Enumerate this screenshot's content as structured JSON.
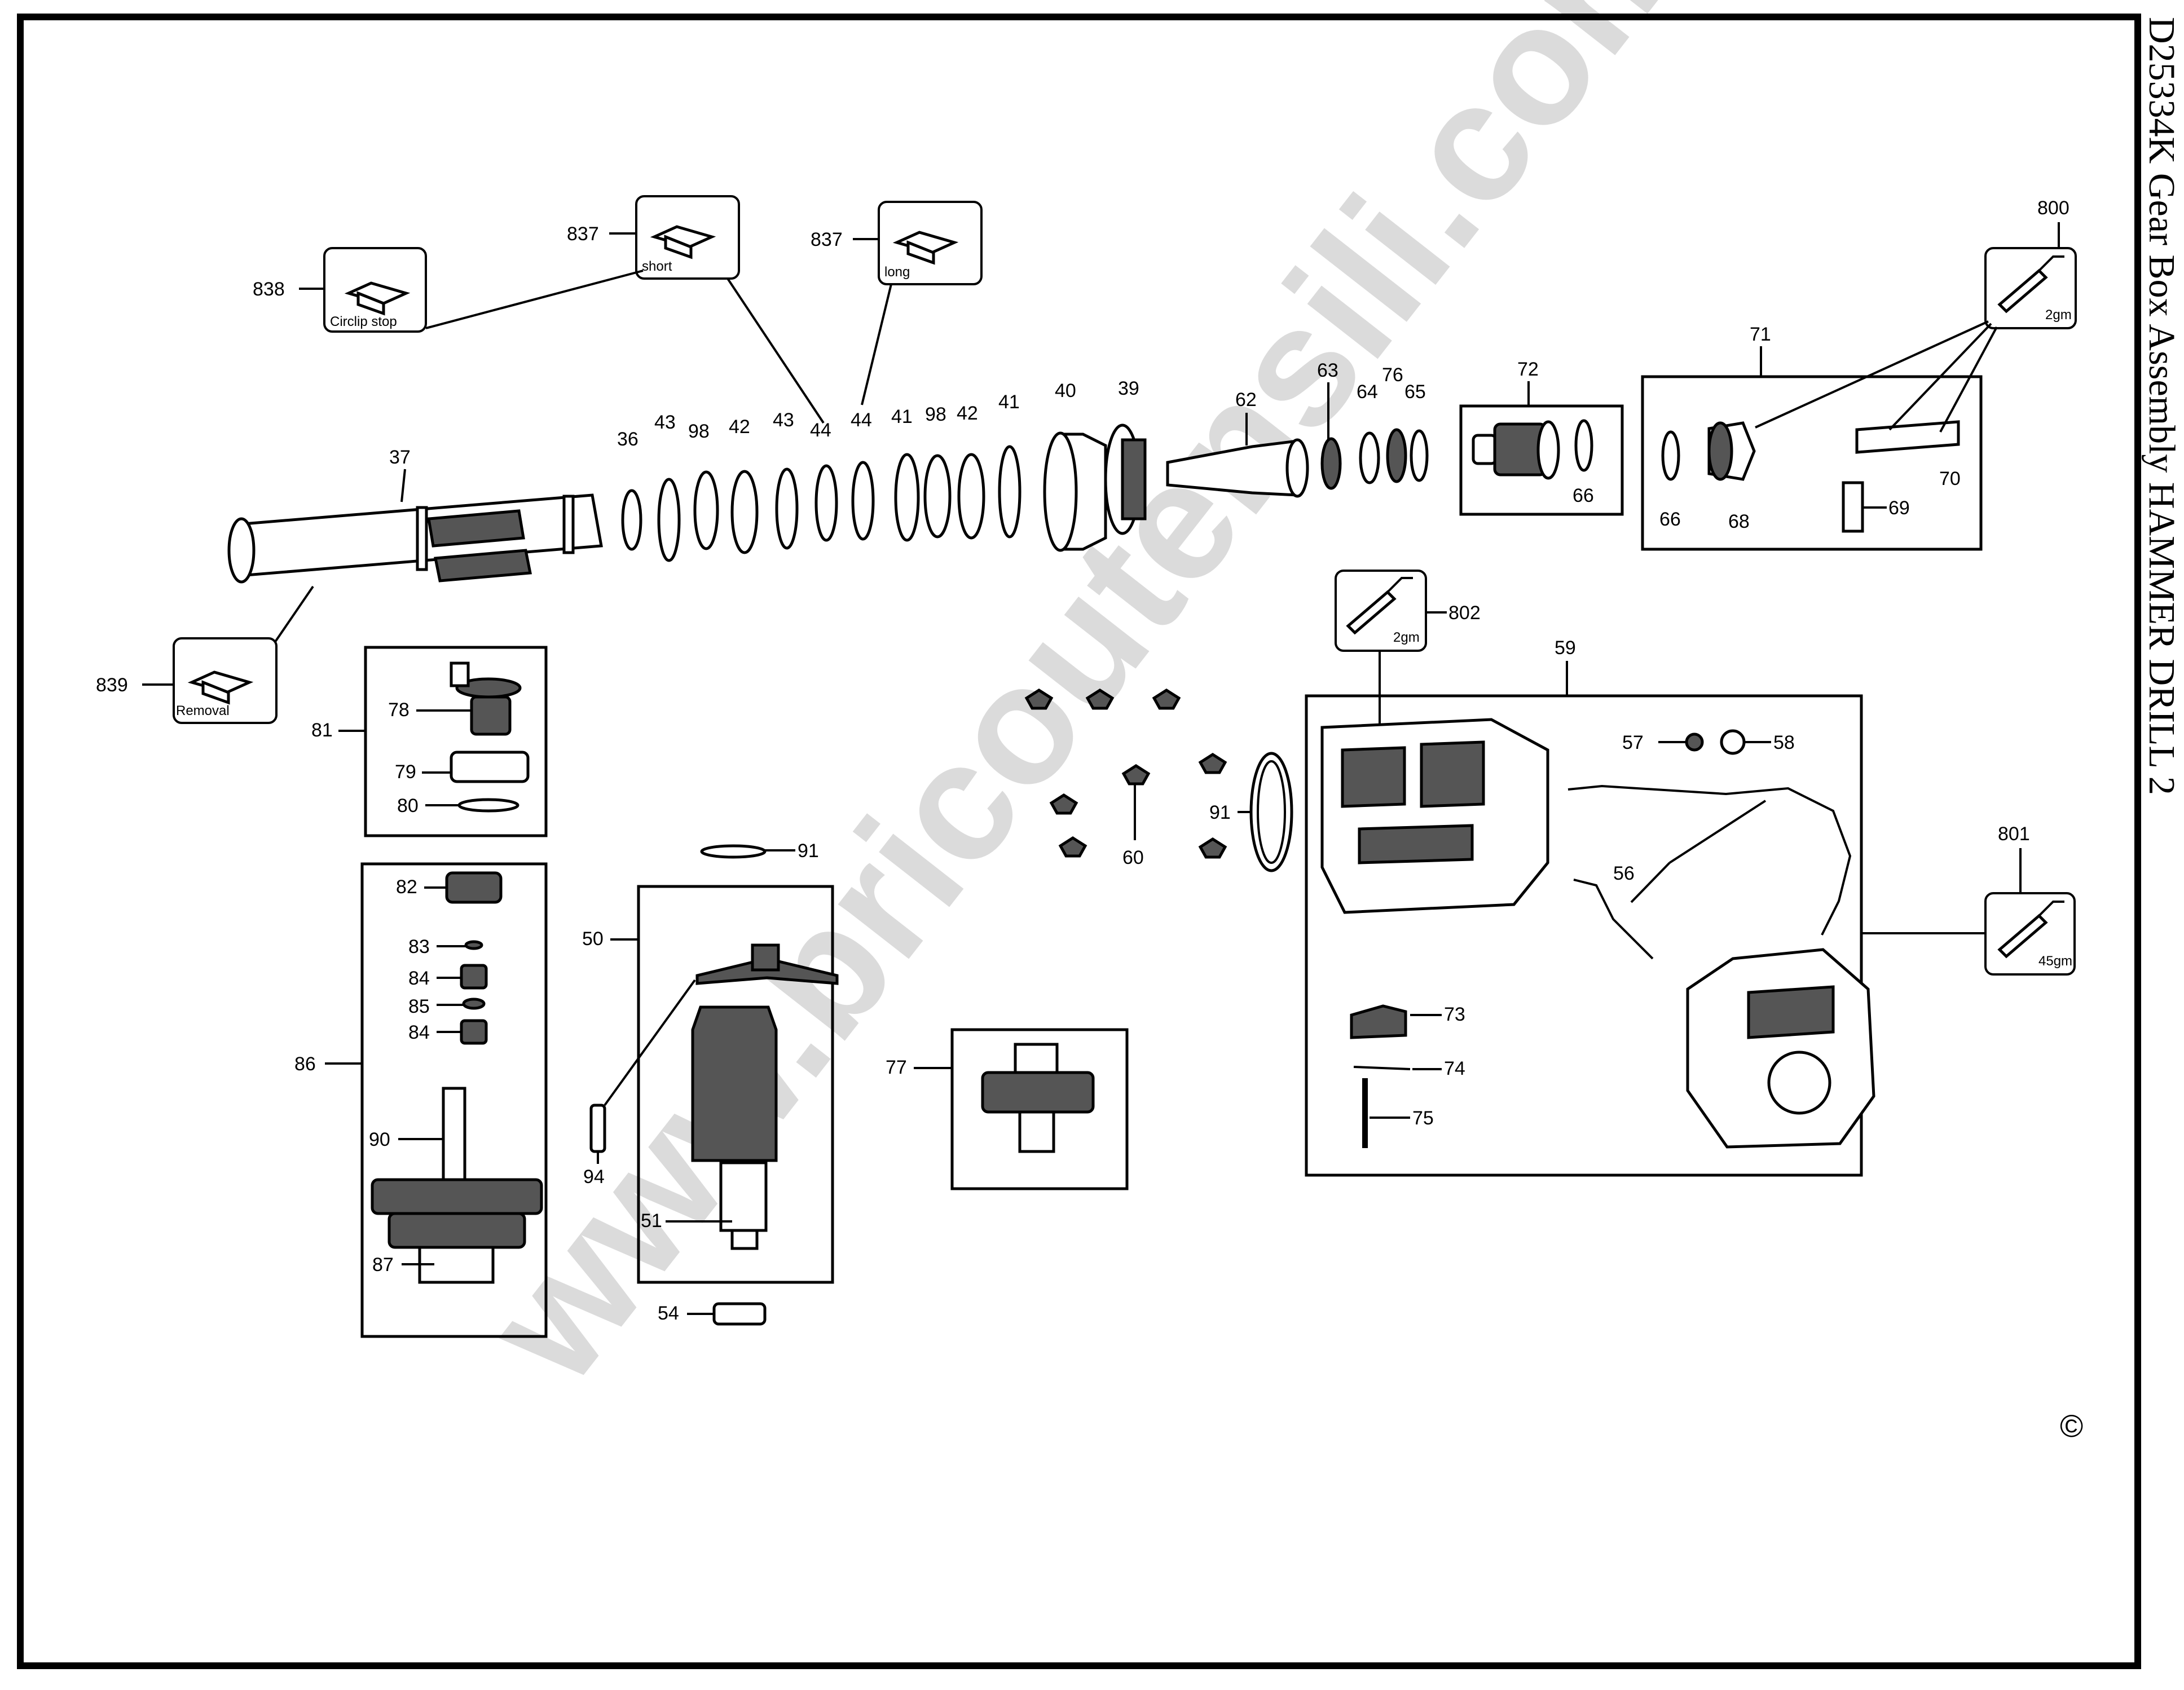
{
  "title": "D25334K  Gear Box Assembly  HAMMER DRILL 2",
  "watermark": "www.bricoutensili.com",
  "copyright": "©",
  "tool_cards": {
    "c838": {
      "ref": "838",
      "caption": "Circlip stop"
    },
    "c837a": {
      "ref": "837",
      "caption": "short"
    },
    "c837b": {
      "ref": "837",
      "caption": "long"
    },
    "c839": {
      "ref": "839",
      "caption": "Removal"
    },
    "c800": {
      "ref": "800",
      "caption": "2gm"
    },
    "c802": {
      "ref": "802",
      "caption": "2gm"
    },
    "c801": {
      "ref": "801",
      "caption": "45gm"
    }
  },
  "labels": {
    "p36": "36",
    "p43a": "43",
    "p98a": "98",
    "p42a": "42",
    "p43b": "43",
    "p44a": "44",
    "p44b": "44",
    "p41a": "41",
    "p98b": "98",
    "p42b": "42",
    "p41b": "41",
    "p40": "40",
    "p39": "39",
    "p62": "62",
    "p63": "63",
    "p64": "64",
    "p76": "76",
    "p65": "65",
    "p72": "72",
    "p66a": "66",
    "p71": "71",
    "p66b": "66",
    "p68": "68",
    "p70": "70",
    "p69": "69",
    "p37": "37",
    "p81": "81",
    "p78": "78",
    "p79": "79",
    "p80": "80",
    "p86": "86",
    "p82": "82",
    "p83": "83",
    "p84a": "84",
    "p85": "85",
    "p84b": "84",
    "p90": "90",
    "p87": "87",
    "p91a": "91",
    "p50": "50",
    "p94": "94",
    "p51": "51",
    "p54": "54",
    "p77": "77",
    "p60": "60",
    "p91b": "91",
    "p59": "59",
    "p57": "57",
    "p58": "58",
    "p56": "56",
    "p73": "73",
    "p74": "74",
    "p75": "75"
  }
}
